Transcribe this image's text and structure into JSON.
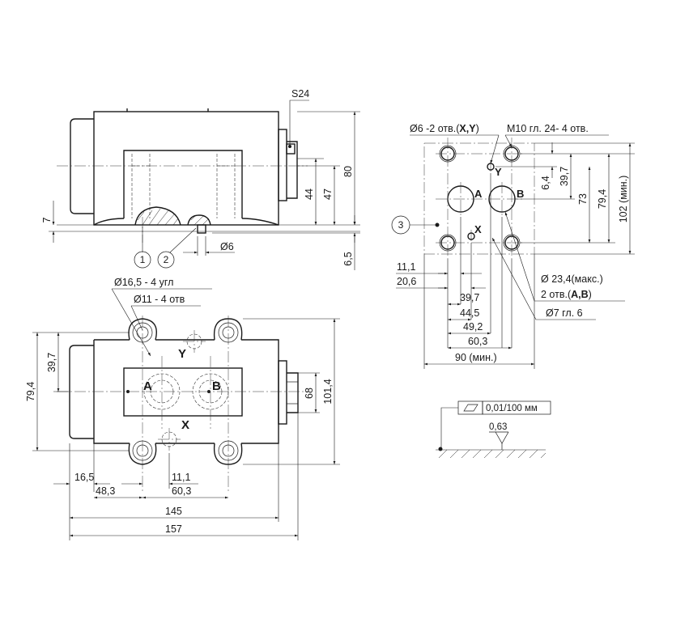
{
  "side_view": {
    "labels": {
      "wrench": "S24",
      "height_total": "80",
      "height_47": "47",
      "height_44": "44",
      "height_7": "7",
      "height_6_5": "6,5",
      "diameter_6": "Ø6",
      "callout_1": "1",
      "callout_2": "2"
    }
  },
  "top_view": {
    "labels": {
      "holes_16_5": "Ø16,5 - 4 угл",
      "holes_11": "Ø11 - 4 отв",
      "port_a": "A",
      "port_b": "B",
      "port_x": "X",
      "port_y": "Y",
      "dim_79_4": "79,4",
      "dim_39_7": "39,7",
      "dim_68": "68",
      "dim_101_4": "101,4",
      "dim_16_5": "16,5",
      "dim_48_3": "48,3",
      "dim_11_1": "11,1",
      "dim_60_3": "60,3",
      "dim_145": "145",
      "dim_157": "157"
    }
  },
  "mounting_face": {
    "labels": {
      "holes_xy_prefix": "Ø6 -2 отв.(",
      "holes_xy_ports": "X,Y",
      "holes_xy_suffix": ")",
      "thread": "M10 гл. 24- 4 отв.",
      "port_a": "A",
      "port_b": "B",
      "port_x": "X",
      "port_y": "Y",
      "callout_3": "3",
      "dim_6_4": "6,4",
      "dim_39_7": "39,7",
      "dim_73": "73",
      "dim_79_4": "79,4",
      "dim_102": "102 (мин.)",
      "dim_11_1": "11,1",
      "dim_20_6": "20,6",
      "dim_39_7_h": "39,7",
      "dim_44_5": "44,5",
      "dim_49_2": "49,2",
      "dim_60_3": "60,3",
      "dim_90": "90 (мин.)",
      "diameter_23_4": "Ø 23,4(макс.)",
      "holes_ab_prefix": "2 отв.(",
      "holes_ab_ports": "A,B",
      "holes_ab_suffix": ")",
      "diameter_7": "Ø7 гл. 6"
    }
  },
  "surface_spec": {
    "flatness": "0,01/100 мм",
    "roughness": "0,63"
  }
}
